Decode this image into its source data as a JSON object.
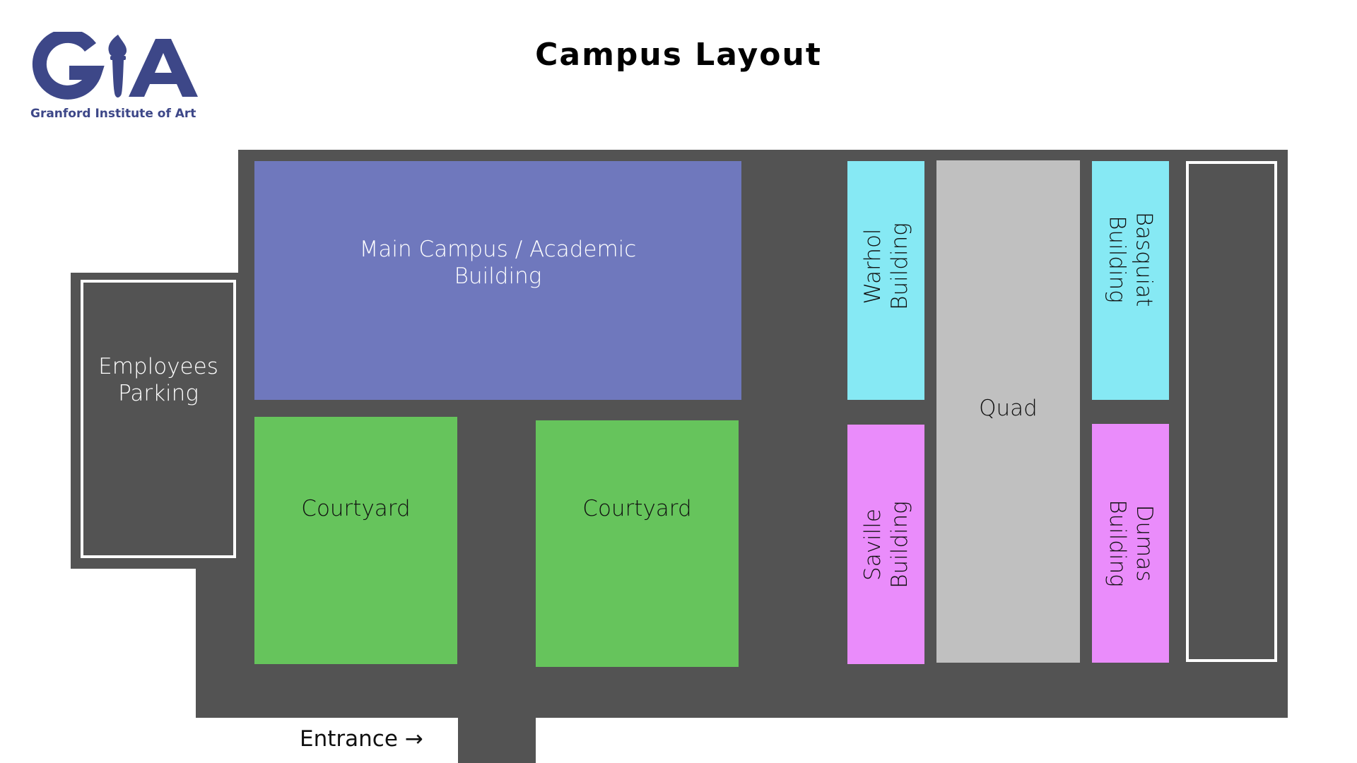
{
  "logo": {
    "letters": "GIA",
    "subtitle": "Granford Institute of Art",
    "color": "#3d4788"
  },
  "title": "Campus Layout",
  "zones": {
    "main_campus": {
      "label": "Main Campus / Academic Building",
      "color": "#6f78bd"
    },
    "courtyard_left": {
      "label": "Courtyard",
      "color": "#66c45c"
    },
    "courtyard_right": {
      "label": "Courtyard",
      "color": "#66c45c"
    },
    "warhol": {
      "label": "Warhol Building",
      "color": "#86e9f4"
    },
    "saville": {
      "label": "Saville Building",
      "color": "#ea8cfb"
    },
    "quad": {
      "label": "Quad",
      "color": "#c0c0c0"
    },
    "basquiat": {
      "label": "Basquiat Building",
      "color": "#86e9f4"
    },
    "dumas": {
      "label": "Dumas Building",
      "color": "#ea8cfb"
    },
    "employees_parking": {
      "label": "Employees Parking"
    }
  },
  "entrance": {
    "label": "Entrance →"
  },
  "colors": {
    "road": "#535353"
  }
}
